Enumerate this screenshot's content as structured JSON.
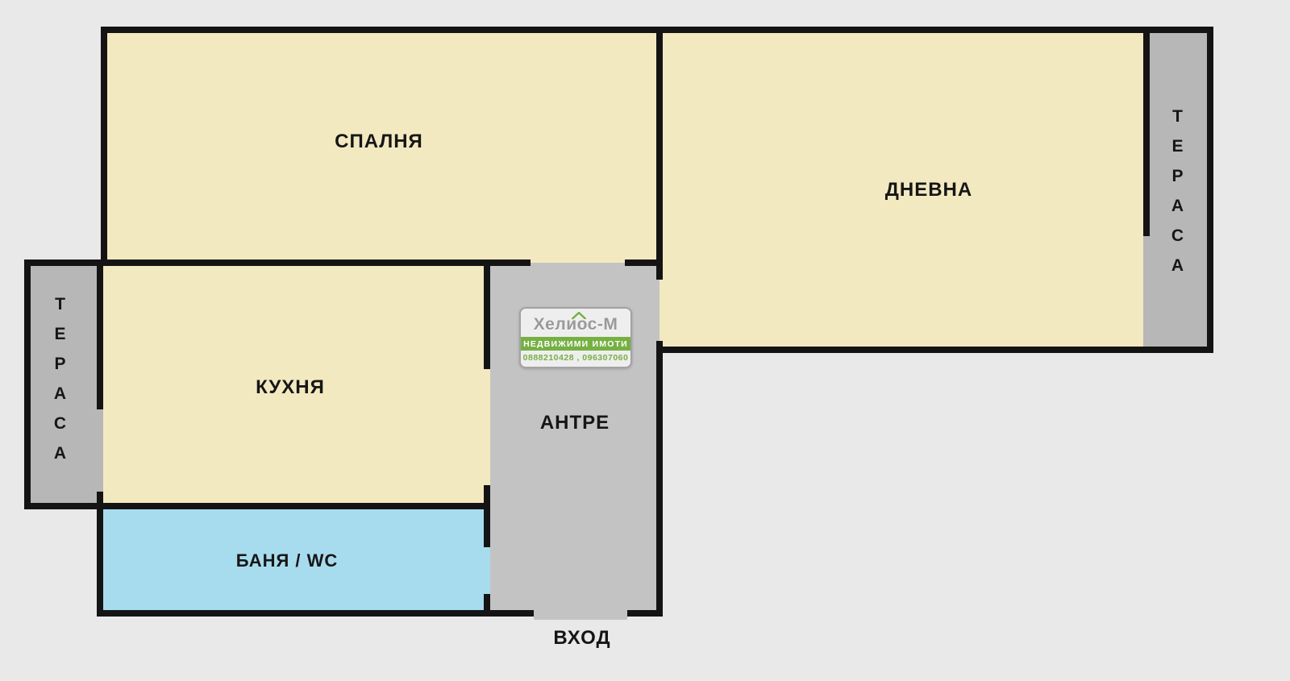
{
  "floor_plan": {
    "rooms": {
      "bedroom": {
        "label": "СПАЛНЯ"
      },
      "living_room": {
        "label": "ДНЕВНА"
      },
      "kitchen": {
        "label": "КУХНЯ"
      },
      "bathroom": {
        "label": "БАНЯ / WC"
      },
      "hallway": {
        "label": "АНТРЕ"
      },
      "entrance": {
        "label": "ВХОД"
      },
      "terrace_left": {
        "label": "ТЕРАСА"
      },
      "terrace_right": {
        "label": "ТЕРАСА"
      }
    },
    "colors": {
      "background": "#e9e9e9",
      "wall": "#141414",
      "room_fill": "#f3e9c0",
      "bath_fill": "#a7dcee",
      "terrace_fill": "#b7b7b7",
      "hall_fill": "#c3c3c3",
      "label": "#161616"
    }
  },
  "logo": {
    "name": "Хелиос-М",
    "tagline": "НЕДВИЖИМИ ИМОТИ",
    "phones": "0888210428 , 096307060",
    "green": "#76b043"
  }
}
